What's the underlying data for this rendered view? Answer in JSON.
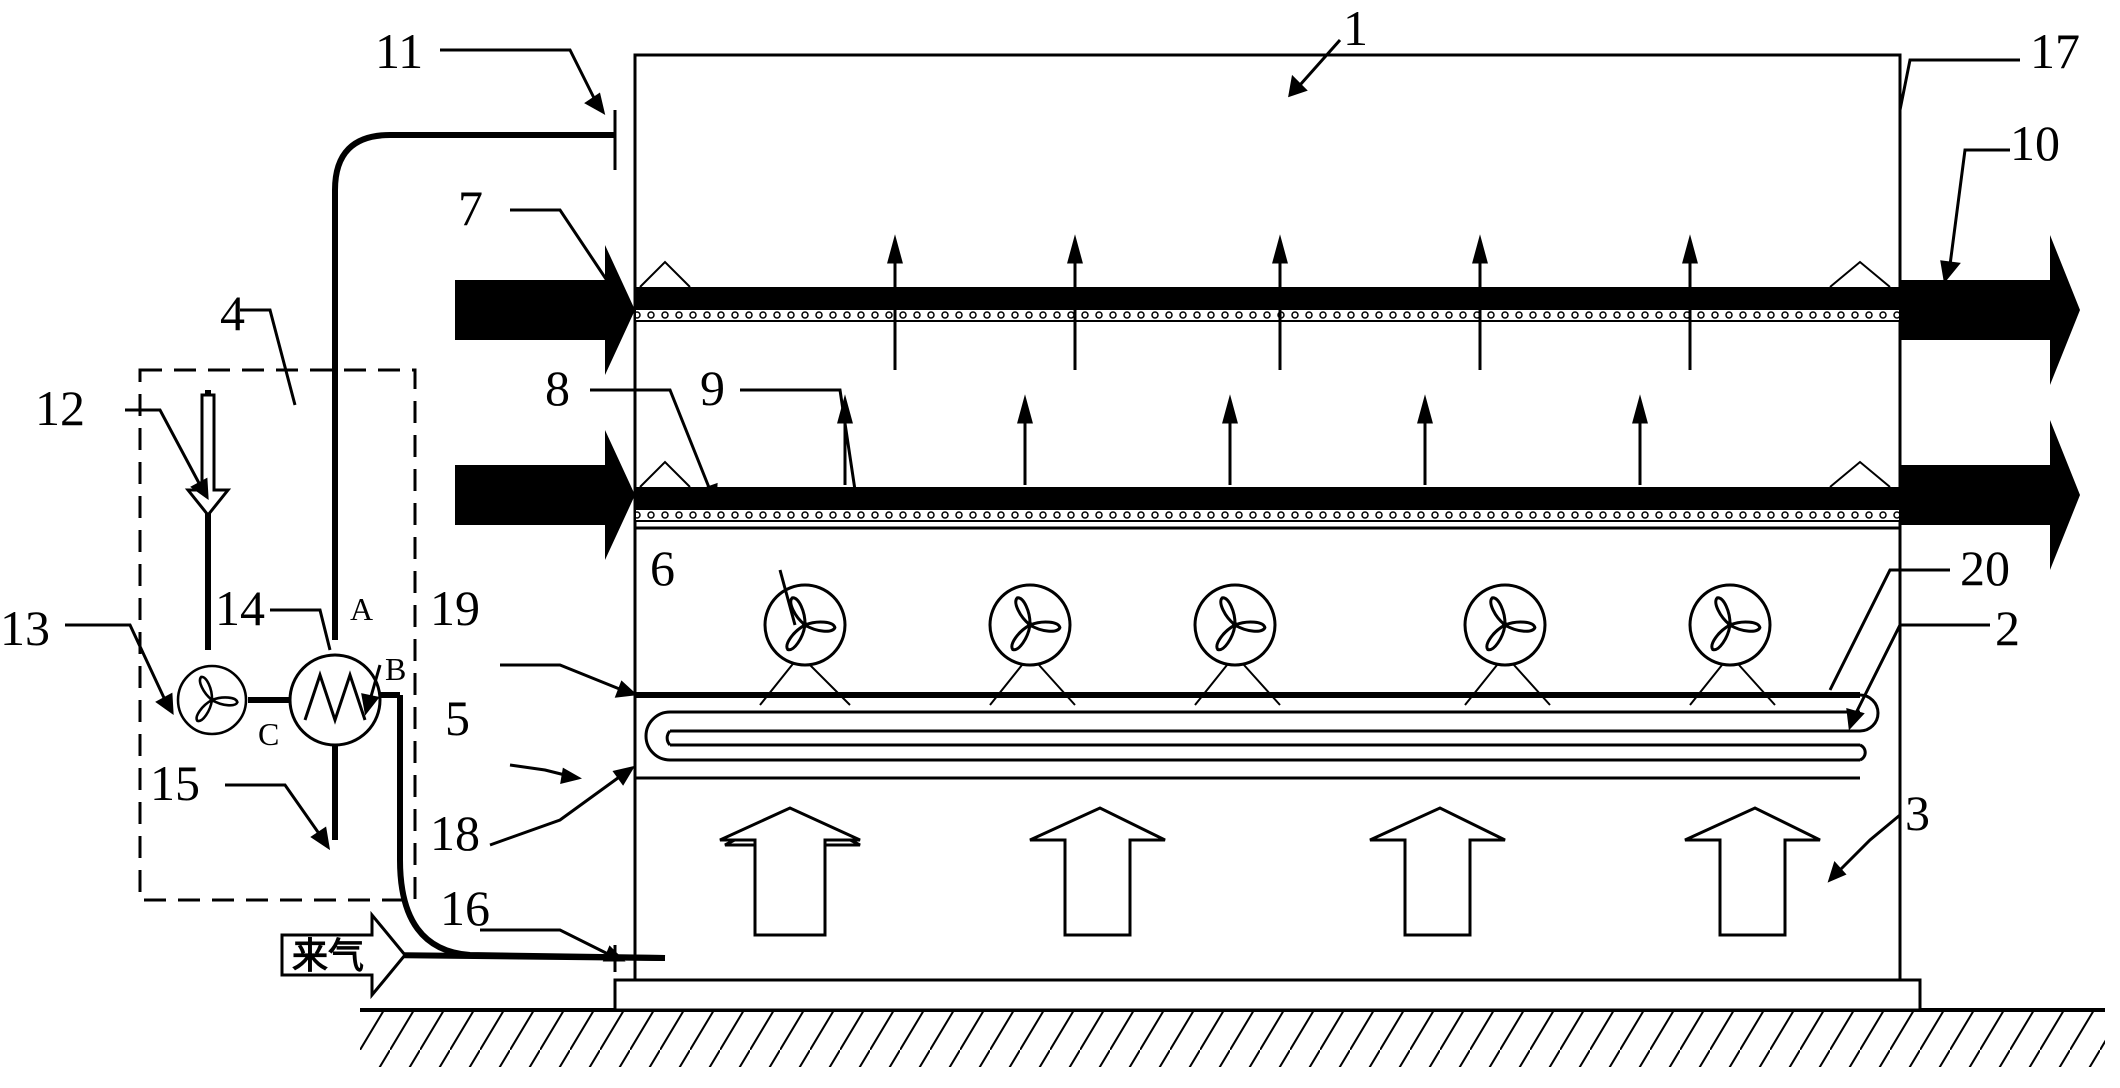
{
  "labels": {
    "n1": "1",
    "n2": "2",
    "n3": "3",
    "n4": "4",
    "n5": "5",
    "n6": "6",
    "n7": "7",
    "n8": "8",
    "n9": "9",
    "n10": "10",
    "n11": "11",
    "n12": "12",
    "n13": "13",
    "n14": "14",
    "n15": "15",
    "n16": "16",
    "n17": "17",
    "n18": "18",
    "n19": "19",
    "n20": "20"
  },
  "ports": {
    "a": "A",
    "b": "B",
    "c": "C"
  },
  "inlet_text": "来气"
}
